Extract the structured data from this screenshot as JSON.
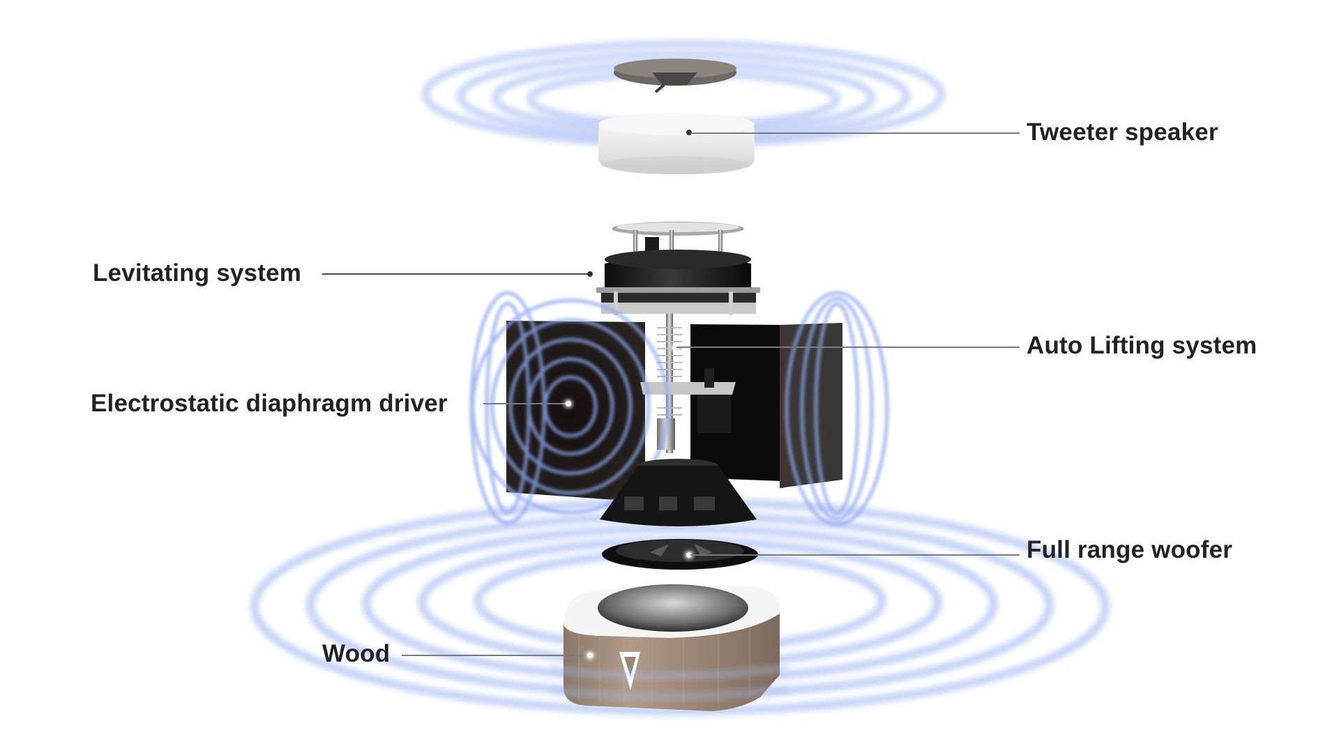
{
  "diagram": {
    "type": "exploded-view",
    "subject": "levitating speaker",
    "accent_wave_color": "#8fa8f0",
    "text_color": "#222222",
    "callout_color": "#7a7a7a"
  },
  "labels": [
    {
      "id": "tweeter",
      "text": "Tweeter speaker",
      "side": "right"
    },
    {
      "id": "levitating",
      "text": "Levitating system",
      "side": "left"
    },
    {
      "id": "auto-lifting",
      "text": "Auto Lifting system",
      "side": "right"
    },
    {
      "id": "electrostatic",
      "text": "Electrostatic diaphragm driver",
      "side": "left"
    },
    {
      "id": "woofer",
      "text": "Full range woofer",
      "side": "right"
    },
    {
      "id": "wood",
      "text": "Wood",
      "side": "left"
    }
  ]
}
